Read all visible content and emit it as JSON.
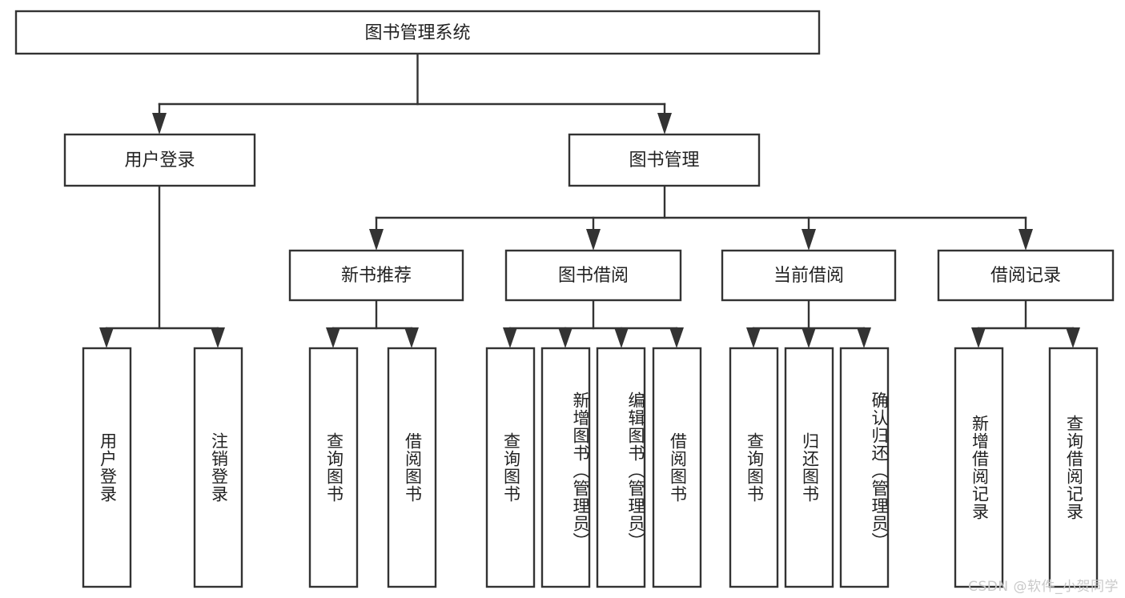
{
  "diagram": {
    "title": "图书管理系统",
    "type": "hierarchy-tree",
    "watermark": "CSDN @软件_小贺同学",
    "colors": {
      "box_stroke": "#333333",
      "box_fill": "#ffffff",
      "text": "#222222",
      "background": "#ffffff",
      "watermark": "#c9c9c9"
    },
    "levels": {
      "level1": [
        {
          "id": "root",
          "label": "图书管理系统",
          "orientation": "horizontal"
        }
      ],
      "level2": [
        {
          "id": "user-login",
          "label": "用户登录",
          "orientation": "horizontal"
        },
        {
          "id": "book-manage",
          "label": "图书管理",
          "orientation": "horizontal"
        }
      ],
      "level3": [
        {
          "id": "new-book-rec",
          "label": "新书推荐",
          "orientation": "horizontal"
        },
        {
          "id": "book-borrow",
          "label": "图书借阅",
          "orientation": "horizontal"
        },
        {
          "id": "current-borrow",
          "label": "当前借阅",
          "orientation": "horizontal"
        },
        {
          "id": "borrow-record",
          "label": "借阅记录",
          "orientation": "horizontal"
        }
      ],
      "level4": [
        {
          "id": "leaf-user-login",
          "parent": "user-login",
          "label": "用户登录",
          "orientation": "vertical"
        },
        {
          "id": "leaf-user-logout",
          "parent": "user-login",
          "label": "注销登录",
          "orientation": "vertical"
        },
        {
          "id": "leaf-query-book-1",
          "parent": "new-book-rec",
          "label": "查询图书",
          "orientation": "vertical"
        },
        {
          "id": "leaf-borrow-book-1",
          "parent": "new-book-rec",
          "label": "借阅图书",
          "orientation": "vertical"
        },
        {
          "id": "leaf-query-book-2",
          "parent": "book-borrow",
          "label": "查询图书",
          "orientation": "vertical"
        },
        {
          "id": "leaf-add-book",
          "parent": "book-borrow",
          "label": "新增图书（管理员）",
          "orientation": "vertical"
        },
        {
          "id": "leaf-edit-book",
          "parent": "book-borrow",
          "label": "编辑图书（管理员）",
          "orientation": "vertical"
        },
        {
          "id": "leaf-borrow-book-2",
          "parent": "book-borrow",
          "label": "借阅图书",
          "orientation": "vertical"
        },
        {
          "id": "leaf-query-book-3",
          "parent": "current-borrow",
          "label": "查询图书",
          "orientation": "vertical"
        },
        {
          "id": "leaf-return-book",
          "parent": "current-borrow",
          "label": "归还图书",
          "orientation": "vertical"
        },
        {
          "id": "leaf-confirm-return",
          "parent": "current-borrow",
          "label": "确认归还（管理员）",
          "orientation": "vertical"
        },
        {
          "id": "leaf-add-record",
          "parent": "borrow-record",
          "label": "新增借阅记录",
          "orientation": "vertical"
        },
        {
          "id": "leaf-query-record",
          "parent": "borrow-record",
          "label": "查询借阅记录",
          "orientation": "vertical"
        }
      ]
    }
  }
}
